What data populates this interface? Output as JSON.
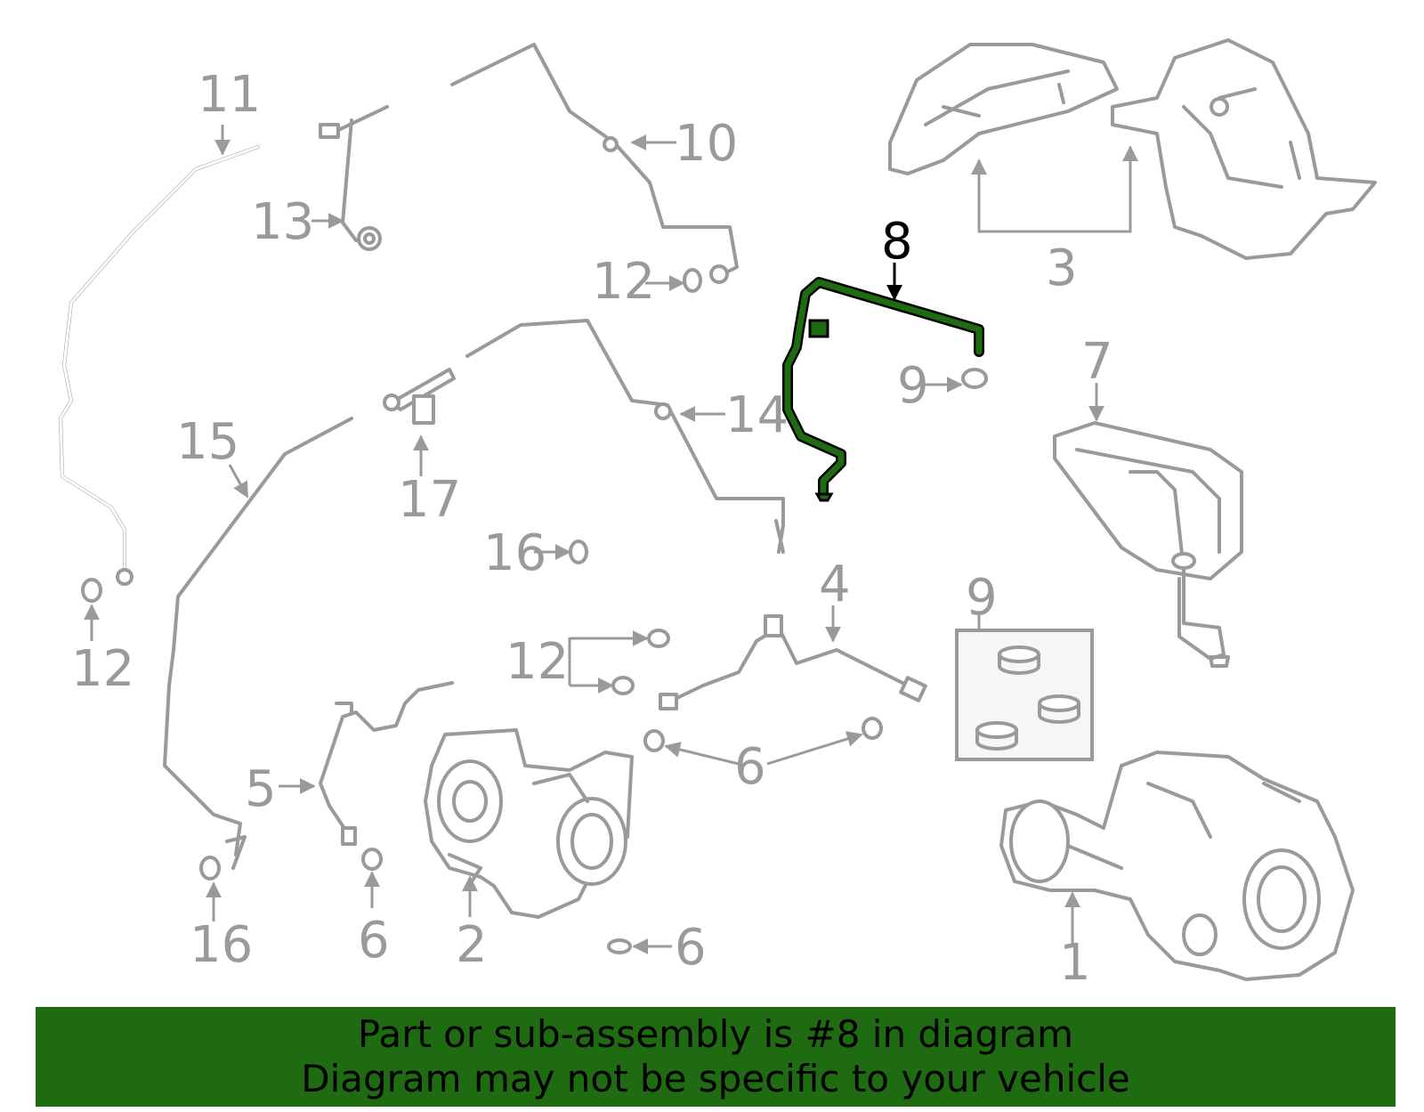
{
  "callouts": {
    "c1": "1",
    "c2": "2",
    "c3": "3",
    "c4": "4",
    "c5": "5",
    "c6a": "6",
    "c6b": "6",
    "c6c": "6",
    "c7": "7",
    "c8": "8",
    "c9a": "9",
    "c9b": "9",
    "c10": "10",
    "c11": "11",
    "c12a": "12",
    "c12b": "12",
    "c12c": "12",
    "c13": "13",
    "c14": "14",
    "c15": "15",
    "c16a": "16",
    "c16b": "16",
    "c17": "17"
  },
  "highlight": {
    "part_number": "8",
    "color": "#1f6b12",
    "outline": "#000000"
  },
  "colors": {
    "parts": "#9a9a9a",
    "banner": "#1f6b12"
  },
  "banner": {
    "line1": "Part or sub-assembly is #8 in diagram",
    "line2": "Diagram may not be specific to your vehicle"
  }
}
